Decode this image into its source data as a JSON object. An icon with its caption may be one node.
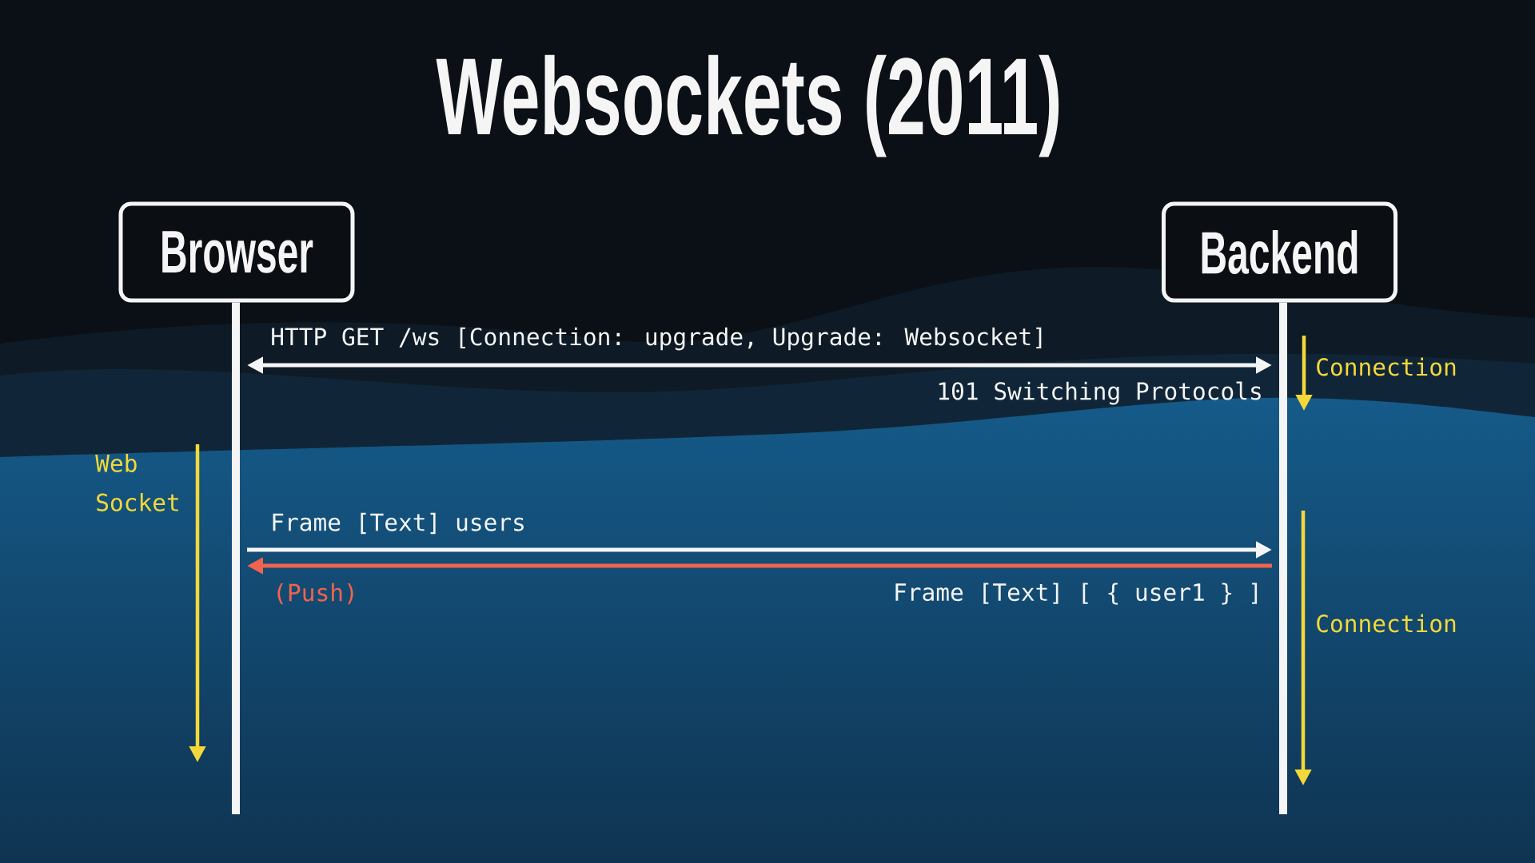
{
  "diagram": {
    "title": "Websockets (2011)",
    "nodes": [
      {
        "text": [
          "Browser"
        ]
      },
      {
        "text": [
          "Backend"
        ]
      }
    ],
    "edges": [
      {
        "from": 0,
        "to": 1,
        "arrow": "both",
        "label": "HTTP GET /ws [Connection: upgrade, Upgrade: Websocket]"
      },
      {
        "from": 0,
        "to": 1,
        "arrow": "to",
        "label": "Frame [Text] users"
      },
      {
        "from": 1,
        "to": 0,
        "arrow": "to",
        "label": "Frame [Text] [ { user1 } ]",
        "color": "#f0644f"
      }
    ],
    "labels": [
      "Connection",
      "101 Switching Protocols",
      "Web Socket",
      "(Push)",
      "Connection"
    ]
  }
}
